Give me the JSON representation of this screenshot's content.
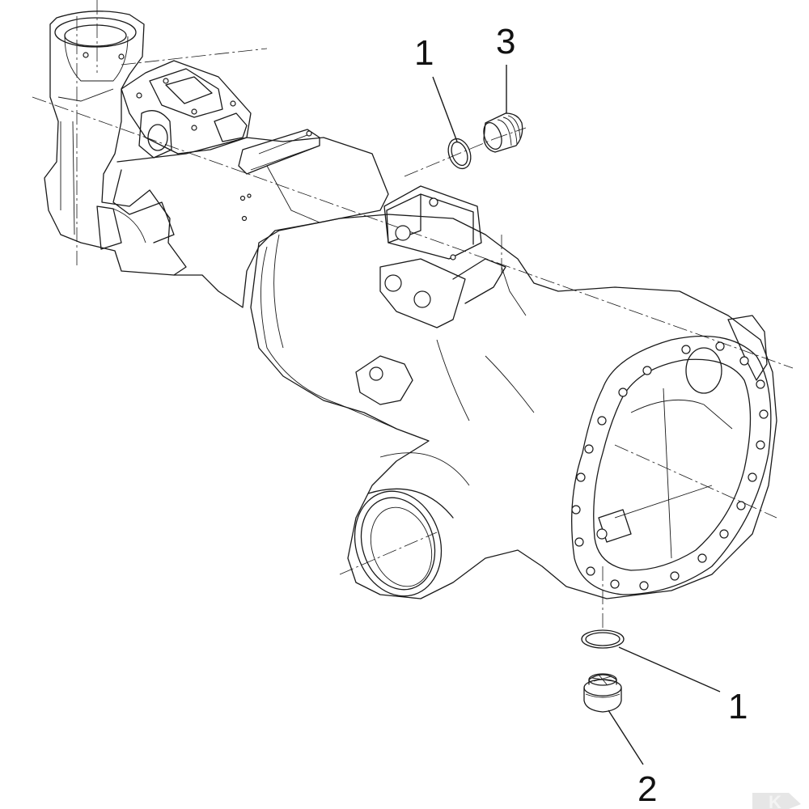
{
  "callouts": {
    "o_ring_top": "1",
    "plug_top": "3",
    "o_ring_bottom": "1",
    "plug_bottom": "2"
  },
  "watermark": {
    "letter": "K"
  }
}
